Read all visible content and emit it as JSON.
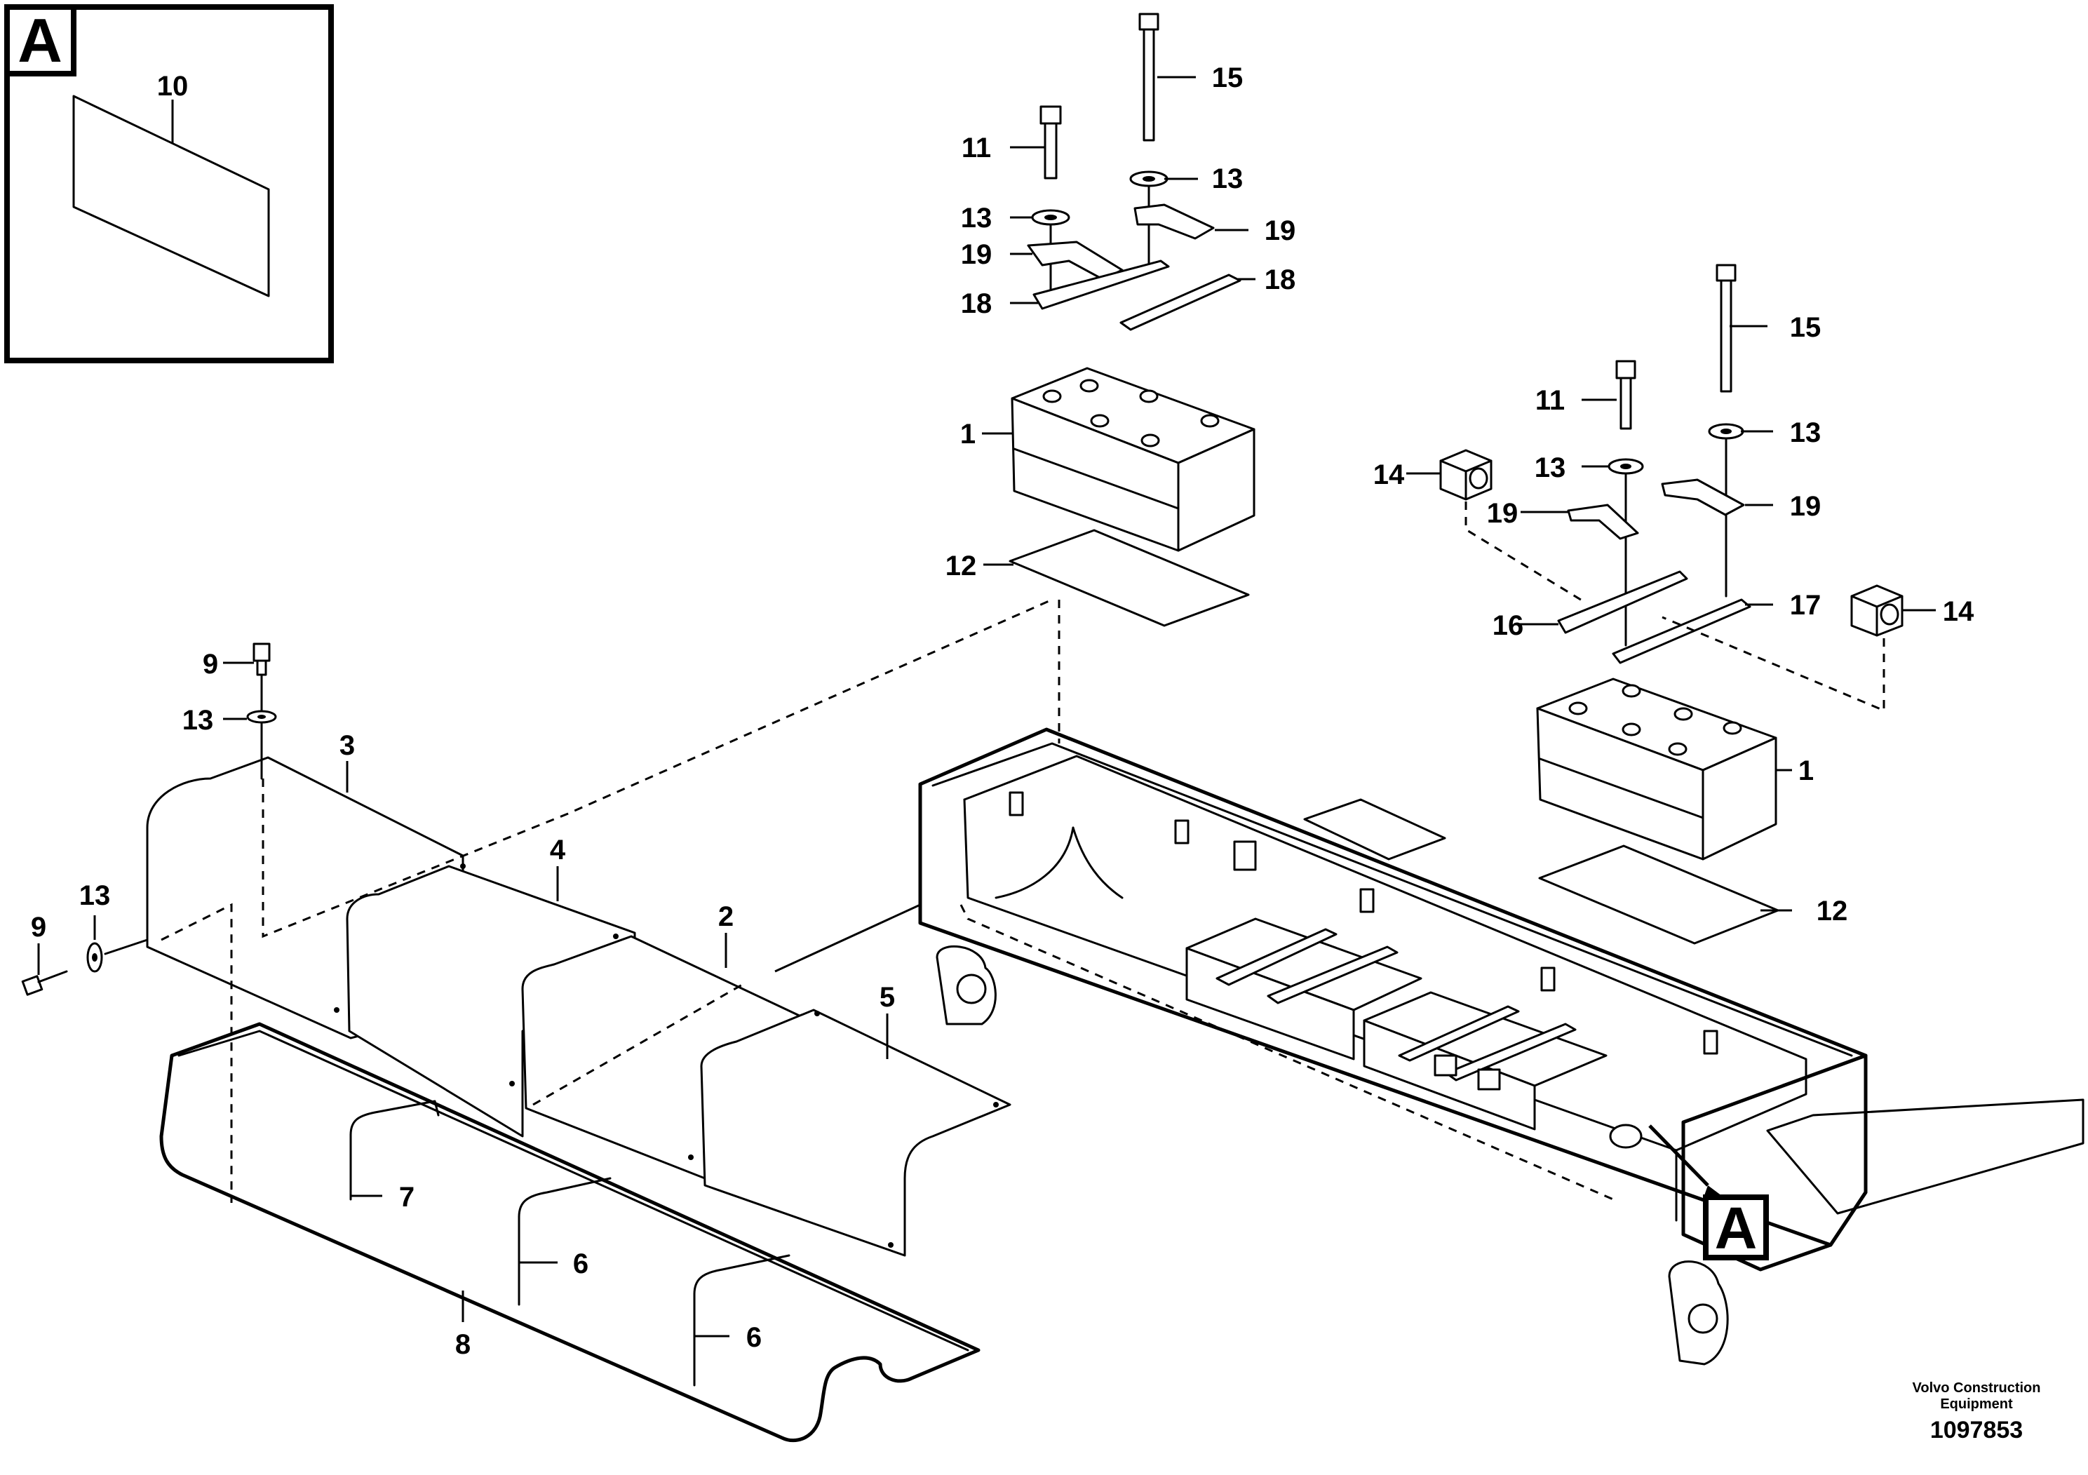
{
  "diagram": {
    "inset": {
      "letter": "A",
      "part_labels": [
        "10"
      ]
    },
    "detail_marker": {
      "letter": "A"
    },
    "callouts": [
      {
        "id": "c15a",
        "label": "15"
      },
      {
        "id": "c11a",
        "label": "11"
      },
      {
        "id": "c13a",
        "label": "13"
      },
      {
        "id": "c13b",
        "label": "13"
      },
      {
        "id": "c19a",
        "label": "19"
      },
      {
        "id": "c19b",
        "label": "19"
      },
      {
        "id": "c18a",
        "label": "18"
      },
      {
        "id": "c18b",
        "label": "18"
      },
      {
        "id": "c1a",
        "label": "1"
      },
      {
        "id": "c12a",
        "label": "12"
      },
      {
        "id": "c15b",
        "label": "15"
      },
      {
        "id": "c11b",
        "label": "11"
      },
      {
        "id": "c13c",
        "label": "13"
      },
      {
        "id": "c13d",
        "label": "13"
      },
      {
        "id": "c14a",
        "label": "14"
      },
      {
        "id": "c19c",
        "label": "19"
      },
      {
        "id": "c19d",
        "label": "19"
      },
      {
        "id": "c16",
        "label": "16"
      },
      {
        "id": "c17",
        "label": "17"
      },
      {
        "id": "c14b",
        "label": "14"
      },
      {
        "id": "c1b",
        "label": "1"
      },
      {
        "id": "c12b",
        "label": "12"
      },
      {
        "id": "c9a",
        "label": "9"
      },
      {
        "id": "c13e",
        "label": "13"
      },
      {
        "id": "c3",
        "label": "3"
      },
      {
        "id": "c4",
        "label": "4"
      },
      {
        "id": "c2",
        "label": "2"
      },
      {
        "id": "c5",
        "label": "5"
      },
      {
        "id": "c13f",
        "label": "13"
      },
      {
        "id": "c9b",
        "label": "9"
      },
      {
        "id": "c7",
        "label": "7"
      },
      {
        "id": "c6a",
        "label": "6"
      },
      {
        "id": "c6b",
        "label": "6"
      },
      {
        "id": "c8",
        "label": "8"
      }
    ],
    "credit": {
      "line1": "Volvo Construction",
      "line2": "Equipment",
      "number": "1097853"
    }
  }
}
